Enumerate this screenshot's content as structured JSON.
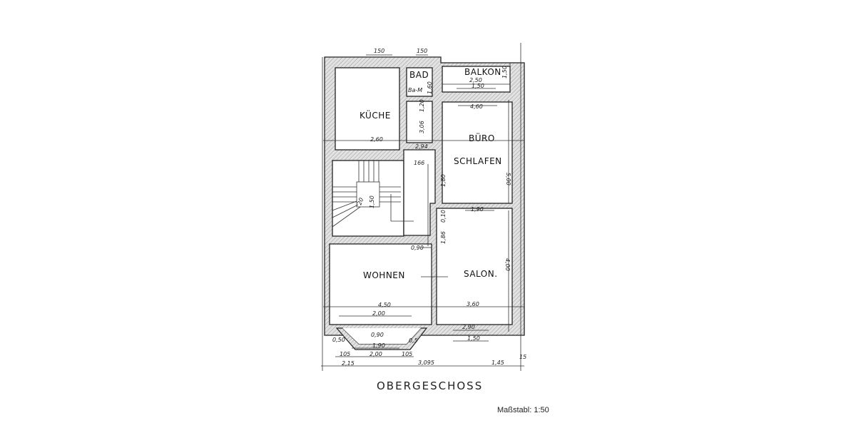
{
  "plan": {
    "title": "OBERGESCHOSS",
    "scale_label": "Maßstabl: 1:50",
    "rooms": {
      "kueche": "KÜCHE",
      "bad": "BAD",
      "bad_sub": "Ba-M",
      "balkon": "BALKON",
      "buero": "BÜRO",
      "schlafen": "SCHLAFEN",
      "wohnen": "WOHNEN",
      "salon": "SALON."
    },
    "dimensions": {
      "top_window_left": "150",
      "top_window_right": "150",
      "balkon_width": "2,50",
      "balkon_depth": "1,50",
      "balkon_door": "1,50",
      "buero_window": "4,60",
      "bad_height": "1,60",
      "small_room": "1,20",
      "kueche_width": "2,60",
      "hall_a": "3,06",
      "hall_b": "2,94",
      "hall_width": "166",
      "buero_depth": "5,00",
      "hall_c": "1,80",
      "stair": "1,50",
      "stair_b": "20",
      "buero_door": "1,90",
      "hall_d": "0,10",
      "hall_e": "1,86",
      "hall_door": "0,90",
      "salon_depth": "4,00",
      "wohnen_width": "4,50",
      "bay_inner": "2,00",
      "salon_width": "3,60",
      "salon_window_outer": "2,90",
      "salon_window": "1,50",
      "bay_front": "0,90",
      "bay_side_left": "0,50",
      "bay_side_right": "0,5",
      "bay_window": "1,90",
      "bay_offset_left": "105",
      "bay_base": "2,00",
      "bay_offset_right": "105",
      "total_left": "2,15",
      "total_mid": "3,095",
      "total_right": "1,45",
      "wall_right": "15"
    }
  }
}
